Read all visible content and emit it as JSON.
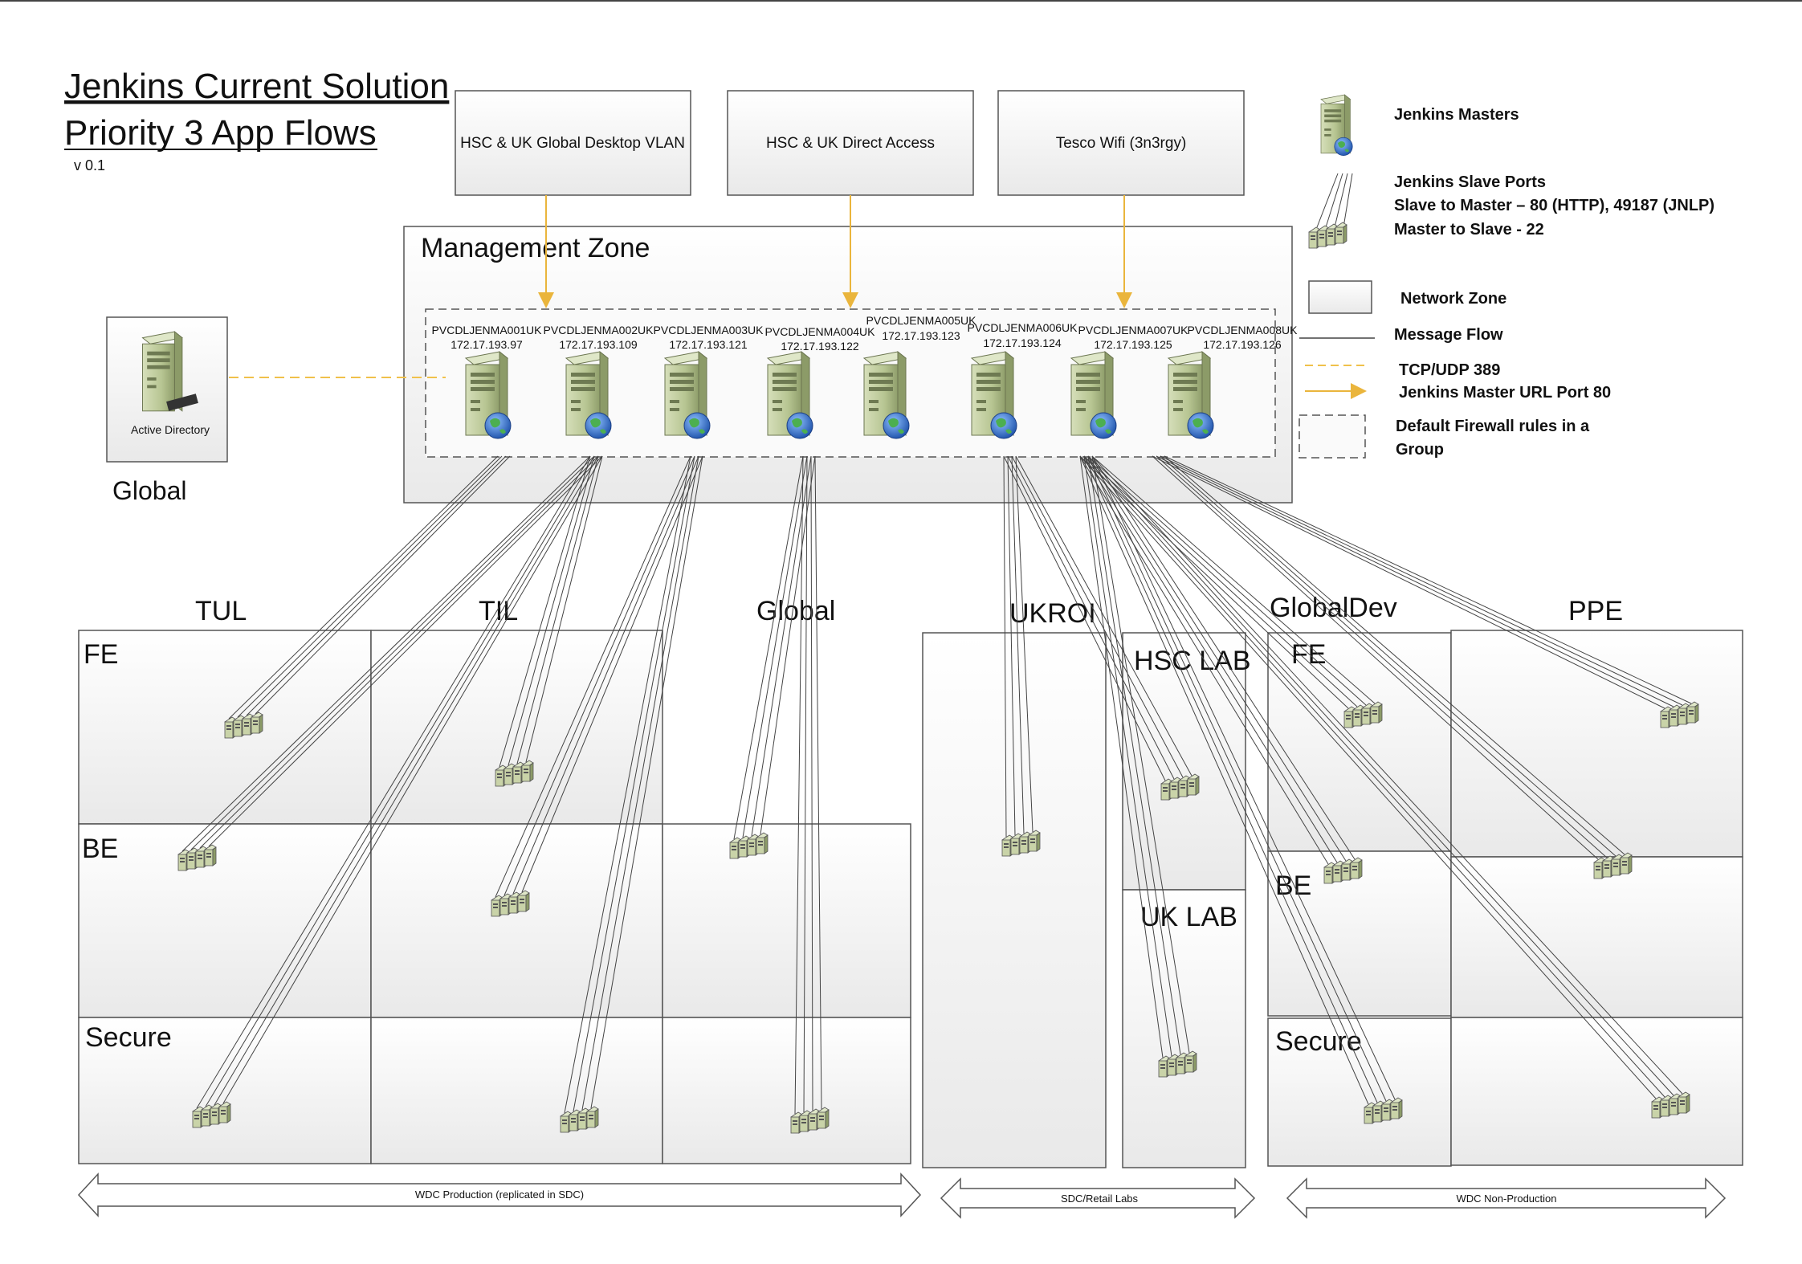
{
  "title": {
    "line1": "Jenkins Current Solution",
    "line2": "Priority 3 App Flows",
    "version": "v 0.1"
  },
  "sources": [
    {
      "label": "HSC & UK Global Desktop VLAN"
    },
    {
      "label": "HSC & UK Direct Access"
    },
    {
      "label": "Tesco Wifi (3n3rgy)"
    }
  ],
  "management_zone": {
    "label": "Management Zone",
    "masters": [
      {
        "name": "PVCDLJENMA001UK",
        "ip": "172.17.193.97"
      },
      {
        "name": "PVCDLJENMA002UK",
        "ip": "172.17.193.109"
      },
      {
        "name": "PVCDLJENMA003UK",
        "ip": "172.17.193.121"
      },
      {
        "name": "PVCDLJENMA004UK",
        "ip": "172.17.193.122"
      },
      {
        "name": "PVCDLJENMA005UK",
        "ip": "172.17.193.123"
      },
      {
        "name": "PVCDLJENMA006UK",
        "ip": "172.17.193.124"
      },
      {
        "name": "PVCDLJENMA007UK",
        "ip": "172.17.193.125"
      },
      {
        "name": "PVCDLJENMA008UK",
        "ip": "172.17.193.126"
      }
    ]
  },
  "active_directory": {
    "label": "Active Directory",
    "zone": "Global"
  },
  "legend": {
    "masters": "Jenkins Masters",
    "slave_ports_title": "Jenkins Slave Ports",
    "slave_ports_line1": "Slave to Master –  80 (HTTP), 49187 (JNLP)",
    "slave_ports_line2": "Master to Slave - 22",
    "network_zone": "Network Zone",
    "message_flow": "Message Flow",
    "tcp_udp": "TCP/UDP 389",
    "master_url": "Jenkins Master URL Port 80",
    "firewall_line1": "Default Firewall rules in a",
    "firewall_line2": "Group"
  },
  "zones": {
    "tul": "TUL",
    "til": "TIL",
    "global": "Global",
    "ukroi": "UKROI",
    "globaldev": "GlobalDev",
    "ppe": "PPE",
    "fe": "FE",
    "be": "BE",
    "secure": "Secure",
    "hsc_lab": "HSC LAB",
    "uk_lab": "UK LAB"
  },
  "spans": {
    "wdc_prod": "WDC Production (replicated in SDC)",
    "sdc_retail": "SDC/Retail Labs",
    "wdc_nonprod": "WDC Non-Production"
  },
  "colors": {
    "zone_fill": "#f3f3f3",
    "zone_stroke": "#555555",
    "server_body": "#b9c79a",
    "dashed_ad": "#f0c14b",
    "arrow": "#eab53c",
    "globe": "#2f6fd0"
  }
}
